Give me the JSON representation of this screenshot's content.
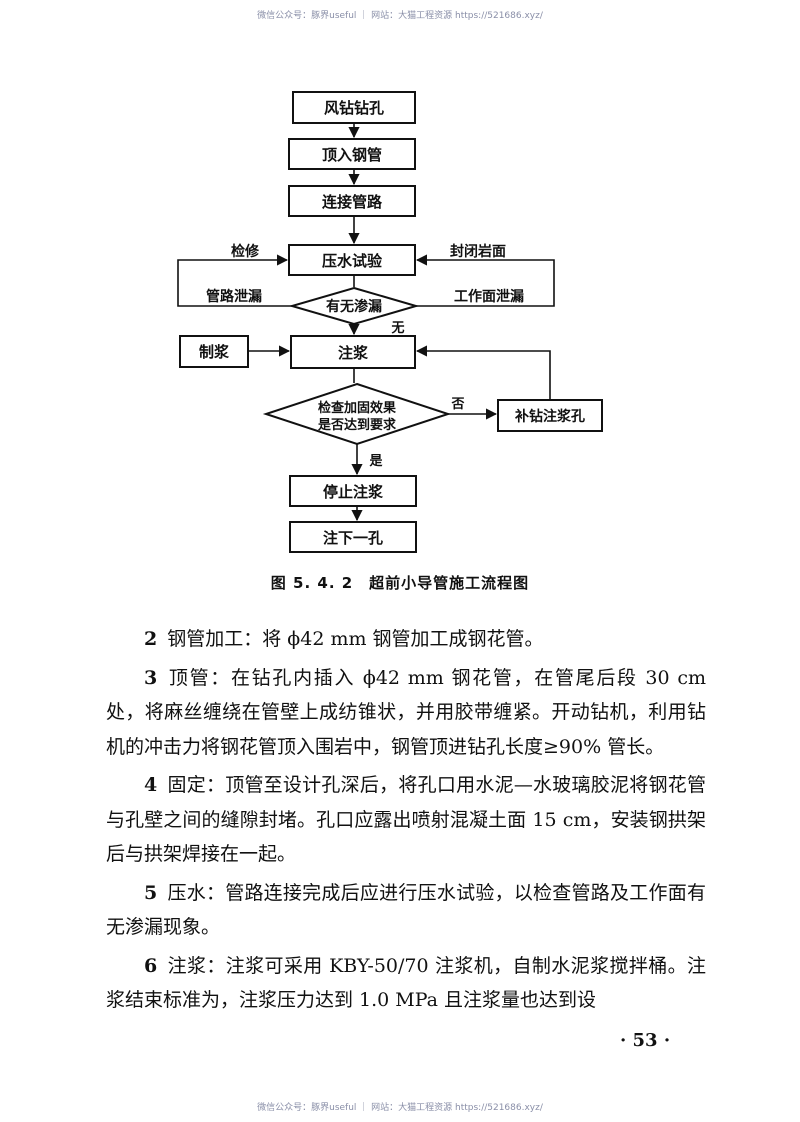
{
  "watermark": {
    "top": "微信公众号：豚界useful ｜ 网站：大猫工程资源 https://521686.xyz/",
    "bottom": "微信公众号：豚界useful ｜ 网站：大猫工程资源 https://521686.xyz/"
  },
  "flowchart": {
    "nodes": {
      "drill": "风钻钻孔",
      "push_pipe": "顶入钢管",
      "connect": "连接管路",
      "pressure_test": "压水试验",
      "leak_check": "有无渗漏",
      "grouting": "注浆",
      "mix": "制浆",
      "check_effect_1": "检查加固效果",
      "check_effect_2": "是否达到要求",
      "redrill": "补钻注浆孔",
      "stop": "停止注浆",
      "next_hole": "注下一孔"
    },
    "labels": {
      "repair": "检修",
      "seal_rock": "封闭岩面",
      "pipe_leak": "管路泄漏",
      "face_leak": "工作面泄漏",
      "none": "无",
      "no": "否",
      "yes": "是"
    }
  },
  "caption": "图 5. 4. 2　超前小导管施工流程图",
  "paragraphs": [
    {
      "num": "2",
      "text": "钢管加工：将 ϕ42 mm 钢管加工成钢花管。"
    },
    {
      "num": "3",
      "text": "顶管：在钻孔内插入 ϕ42 mm 钢花管，在管尾后段 30 cm 处，将麻丝缠绕在管壁上成纺锥状，并用胶带缠紧。开动钻机，利用钻机的冲击力将钢花管顶入围岩中，钢管顶进钻孔长度≥90% 管长。"
    },
    {
      "num": "4",
      "text": "固定：顶管至设计孔深后，将孔口用水泥—水玻璃胶泥将钢花管与孔壁之间的缝隙封堵。孔口应露出喷射混凝土面 15 cm，安装钢拱架后与拱架焊接在一起。"
    },
    {
      "num": "5",
      "text": "压水：管路连接完成后应进行压水试验，以检查管路及工作面有无渗漏现象。"
    },
    {
      "num": "6",
      "text": "注浆：注浆可采用 KBY-50/70 注浆机，自制水泥浆搅拌桶。注浆结束标准为，注浆压力达到 1.0 MPa 且注浆量也达到设"
    }
  ],
  "page_number": "· 53 ·"
}
